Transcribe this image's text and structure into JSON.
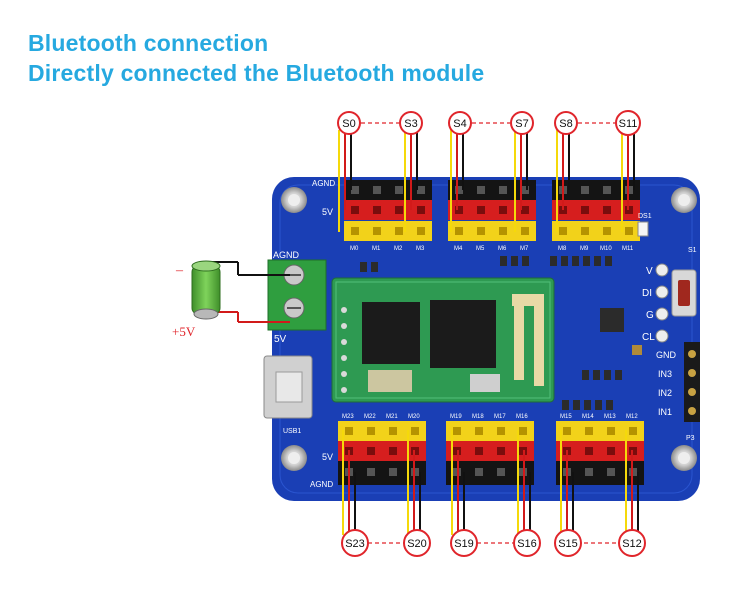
{
  "title_line1": "Bluetooth connection",
  "title_line2": "Directly connected  the Bluetooth module",
  "servo_top": [
    "S0",
    "S3",
    "S4",
    "S7",
    "S8",
    "S11"
  ],
  "servo_bottom": [
    "S23",
    "S20",
    "S19",
    "S16",
    "S15",
    "S12"
  ],
  "battery": {
    "minus": "–",
    "plus": "+5V"
  },
  "board": {
    "agnd_top": "AGND",
    "agnd_left": "AGND",
    "agnd_bottom": "AGND",
    "v5_top": "5V",
    "v5_left": "5V",
    "v5_bottom": "5V",
    "usb": "USB1",
    "right_pins": [
      "V",
      "DI",
      "G",
      "CL"
    ],
    "header_pins": [
      "GND",
      "IN3",
      "IN2",
      "IN1"
    ],
    "p3": "P3",
    "s1": "S1",
    "ds1": "DS1",
    "top_pin_labels": [
      "M0",
      "M1",
      "M2",
      "M3",
      "M4",
      "M5",
      "M6",
      "M7",
      "M8",
      "M9",
      "M10",
      "M11"
    ],
    "bottom_pin_labels": [
      "M23",
      "M22",
      "M21",
      "M20",
      "M19",
      "M18",
      "M17",
      "M16",
      "M15",
      "M14",
      "M13",
      "M12"
    ]
  },
  "colors": {
    "title": "#26a9e0",
    "board": "#1a3fb5",
    "callout": "#e0252b",
    "yellow_wire": "#f5d90a",
    "red_wire": "#d21a1a"
  }
}
